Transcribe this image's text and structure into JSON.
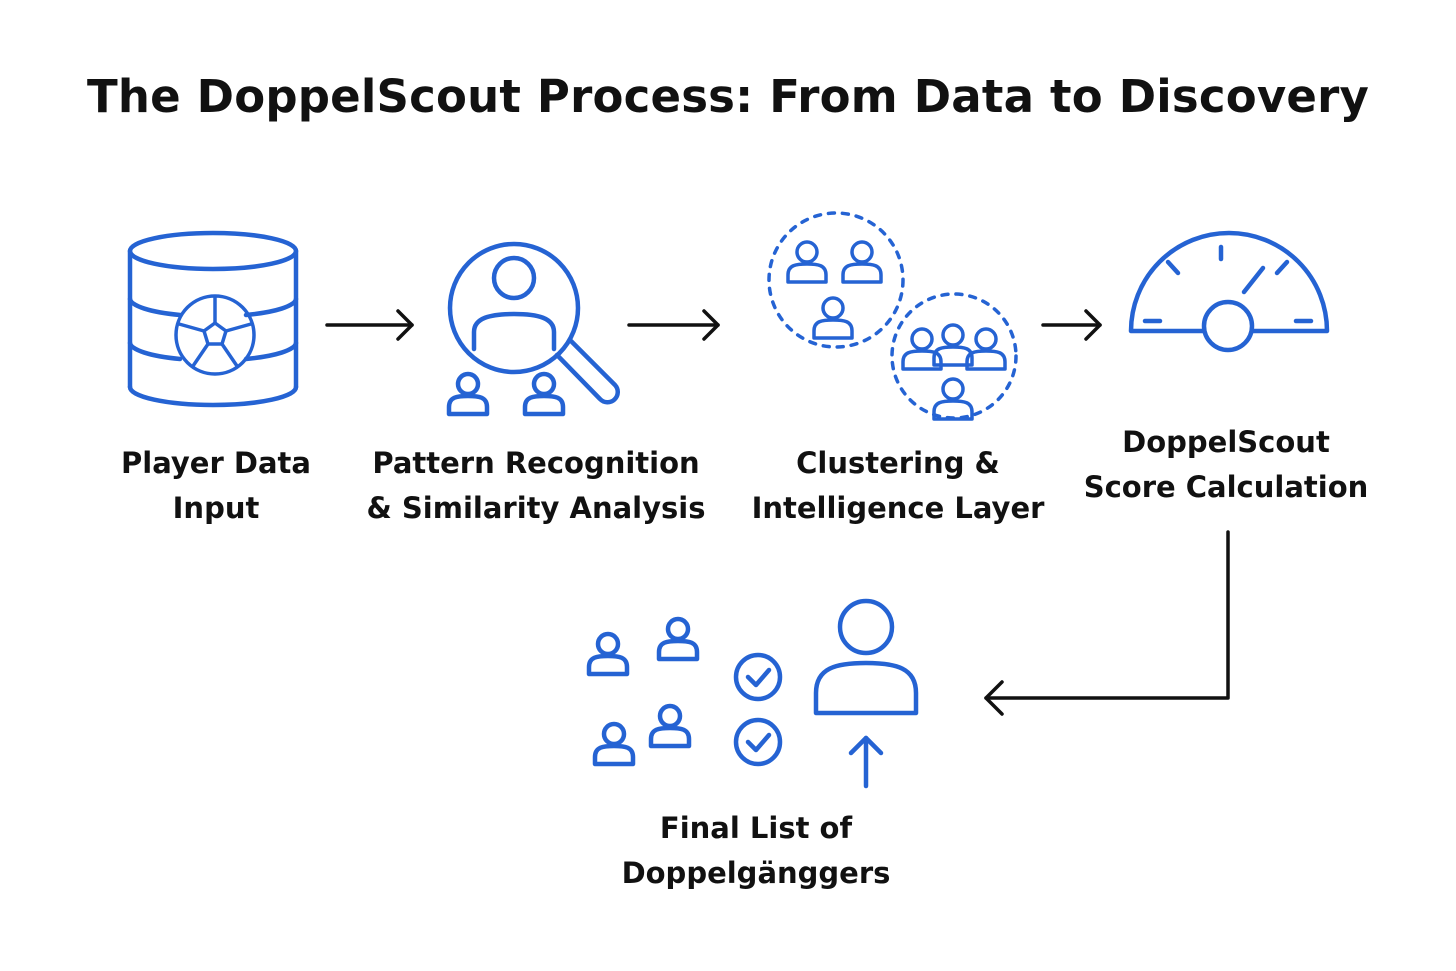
{
  "title": "The DoppelScout Process: From Data to Discovery",
  "accent_color": "#2563d3",
  "arrow_color": "#111111",
  "steps": [
    {
      "id": "player-data-input",
      "icon": "database-soccer-ball-icon",
      "label": [
        "Player Data",
        "Input"
      ]
    },
    {
      "id": "pattern-recognition",
      "icon": "magnifier-person-icon",
      "label": [
        "Pattern Recognition",
        "& Similarity Analysis"
      ]
    },
    {
      "id": "clustering",
      "icon": "player-clusters-icon",
      "label": [
        "Clustering &",
        "Intelligence Layer"
      ]
    },
    {
      "id": "score-calculation",
      "icon": "gauge-icon",
      "label": [
        "DoppelScout",
        "Score Calculation"
      ]
    },
    {
      "id": "final-list",
      "icon": "verified-players-icon",
      "label": [
        "Final List of",
        "Doppelgänggers"
      ]
    }
  ]
}
